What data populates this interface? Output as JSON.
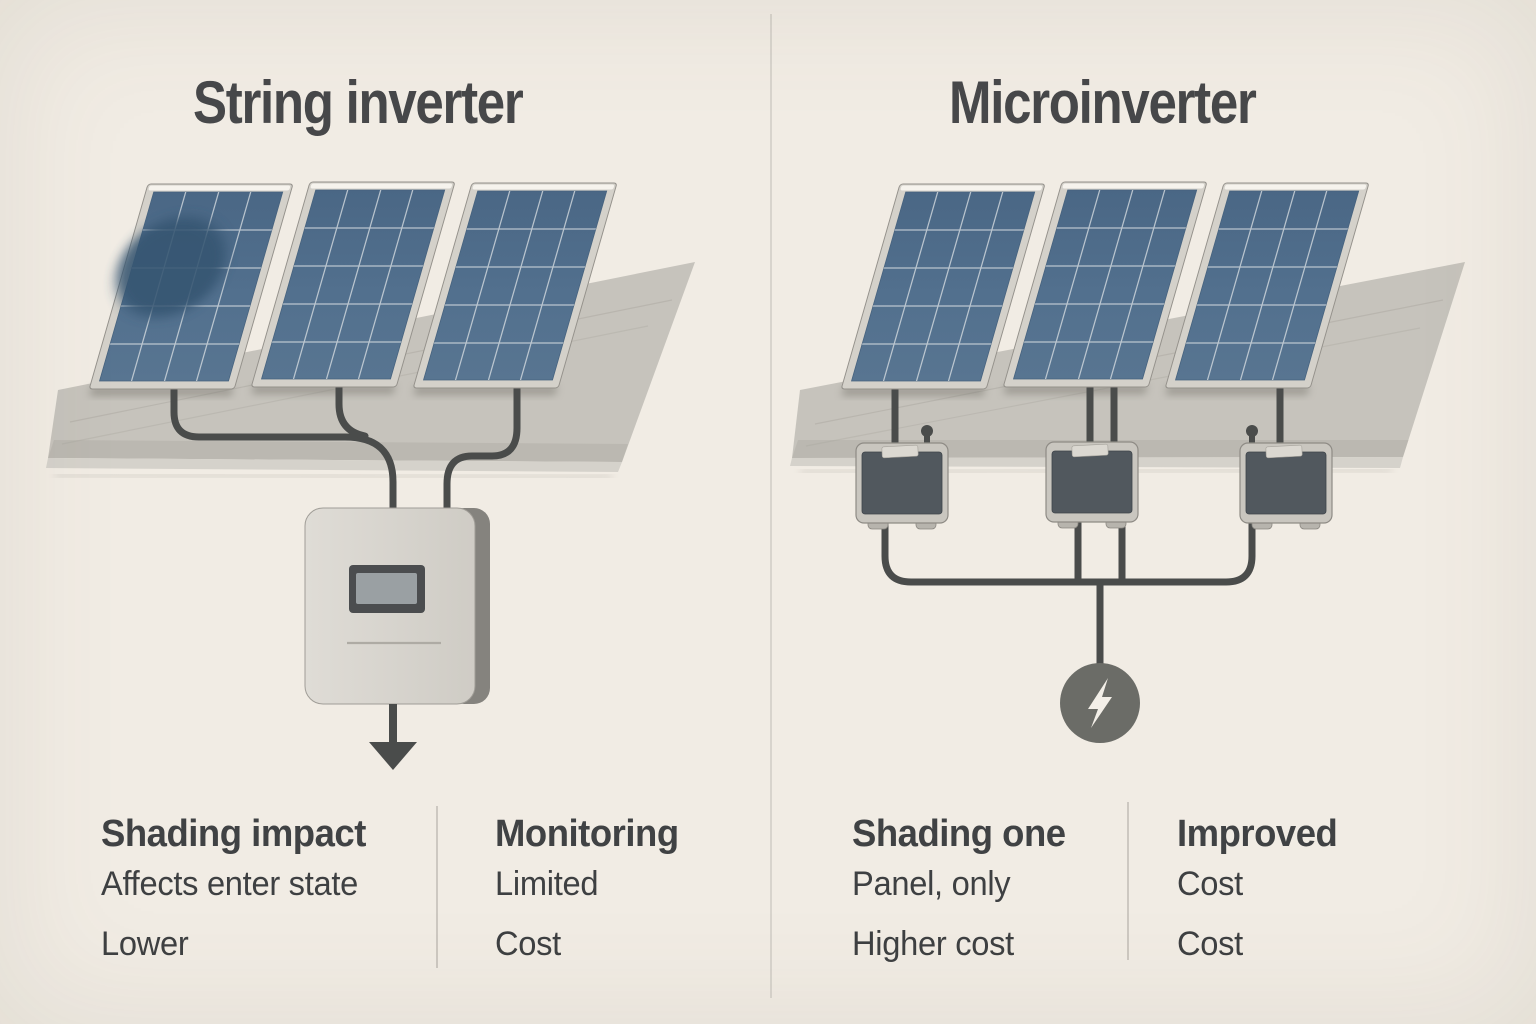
{
  "left": {
    "title": "String inverter",
    "columns": [
      {
        "header": "Shading impact",
        "lines": [
          "Affects enter state",
          "Lower"
        ]
      },
      {
        "header": "Monitoring",
        "lines": [
          "Limited",
          "Cost"
        ]
      }
    ]
  },
  "right": {
    "title": "Microinverter",
    "columns": [
      {
        "header": "Shading one",
        "lines": [
          "Panel, only",
          "Higher cost"
        ]
      },
      {
        "header": "Improved",
        "lines": [
          "Cost",
          "Cost"
        ]
      }
    ]
  },
  "icons": {
    "bolt": "lightning-bolt-icon",
    "arrow": "down-arrow-icon"
  },
  "colors": {
    "background": "#f1ece4",
    "title_text": "#47484a",
    "body_text": "#3e4042",
    "panel_blue": "#51708e",
    "panel_shade_blob": "#365471",
    "panel_frame": "#d4d1ca",
    "roof_gray": "#c6c3bc",
    "wire_dark": "#4a4c4b",
    "inverter_body": "#d7d4ce",
    "micro_inner": "#51585e",
    "bolt_circle": "#6b6c67",
    "divider": "#cdc8c1"
  }
}
